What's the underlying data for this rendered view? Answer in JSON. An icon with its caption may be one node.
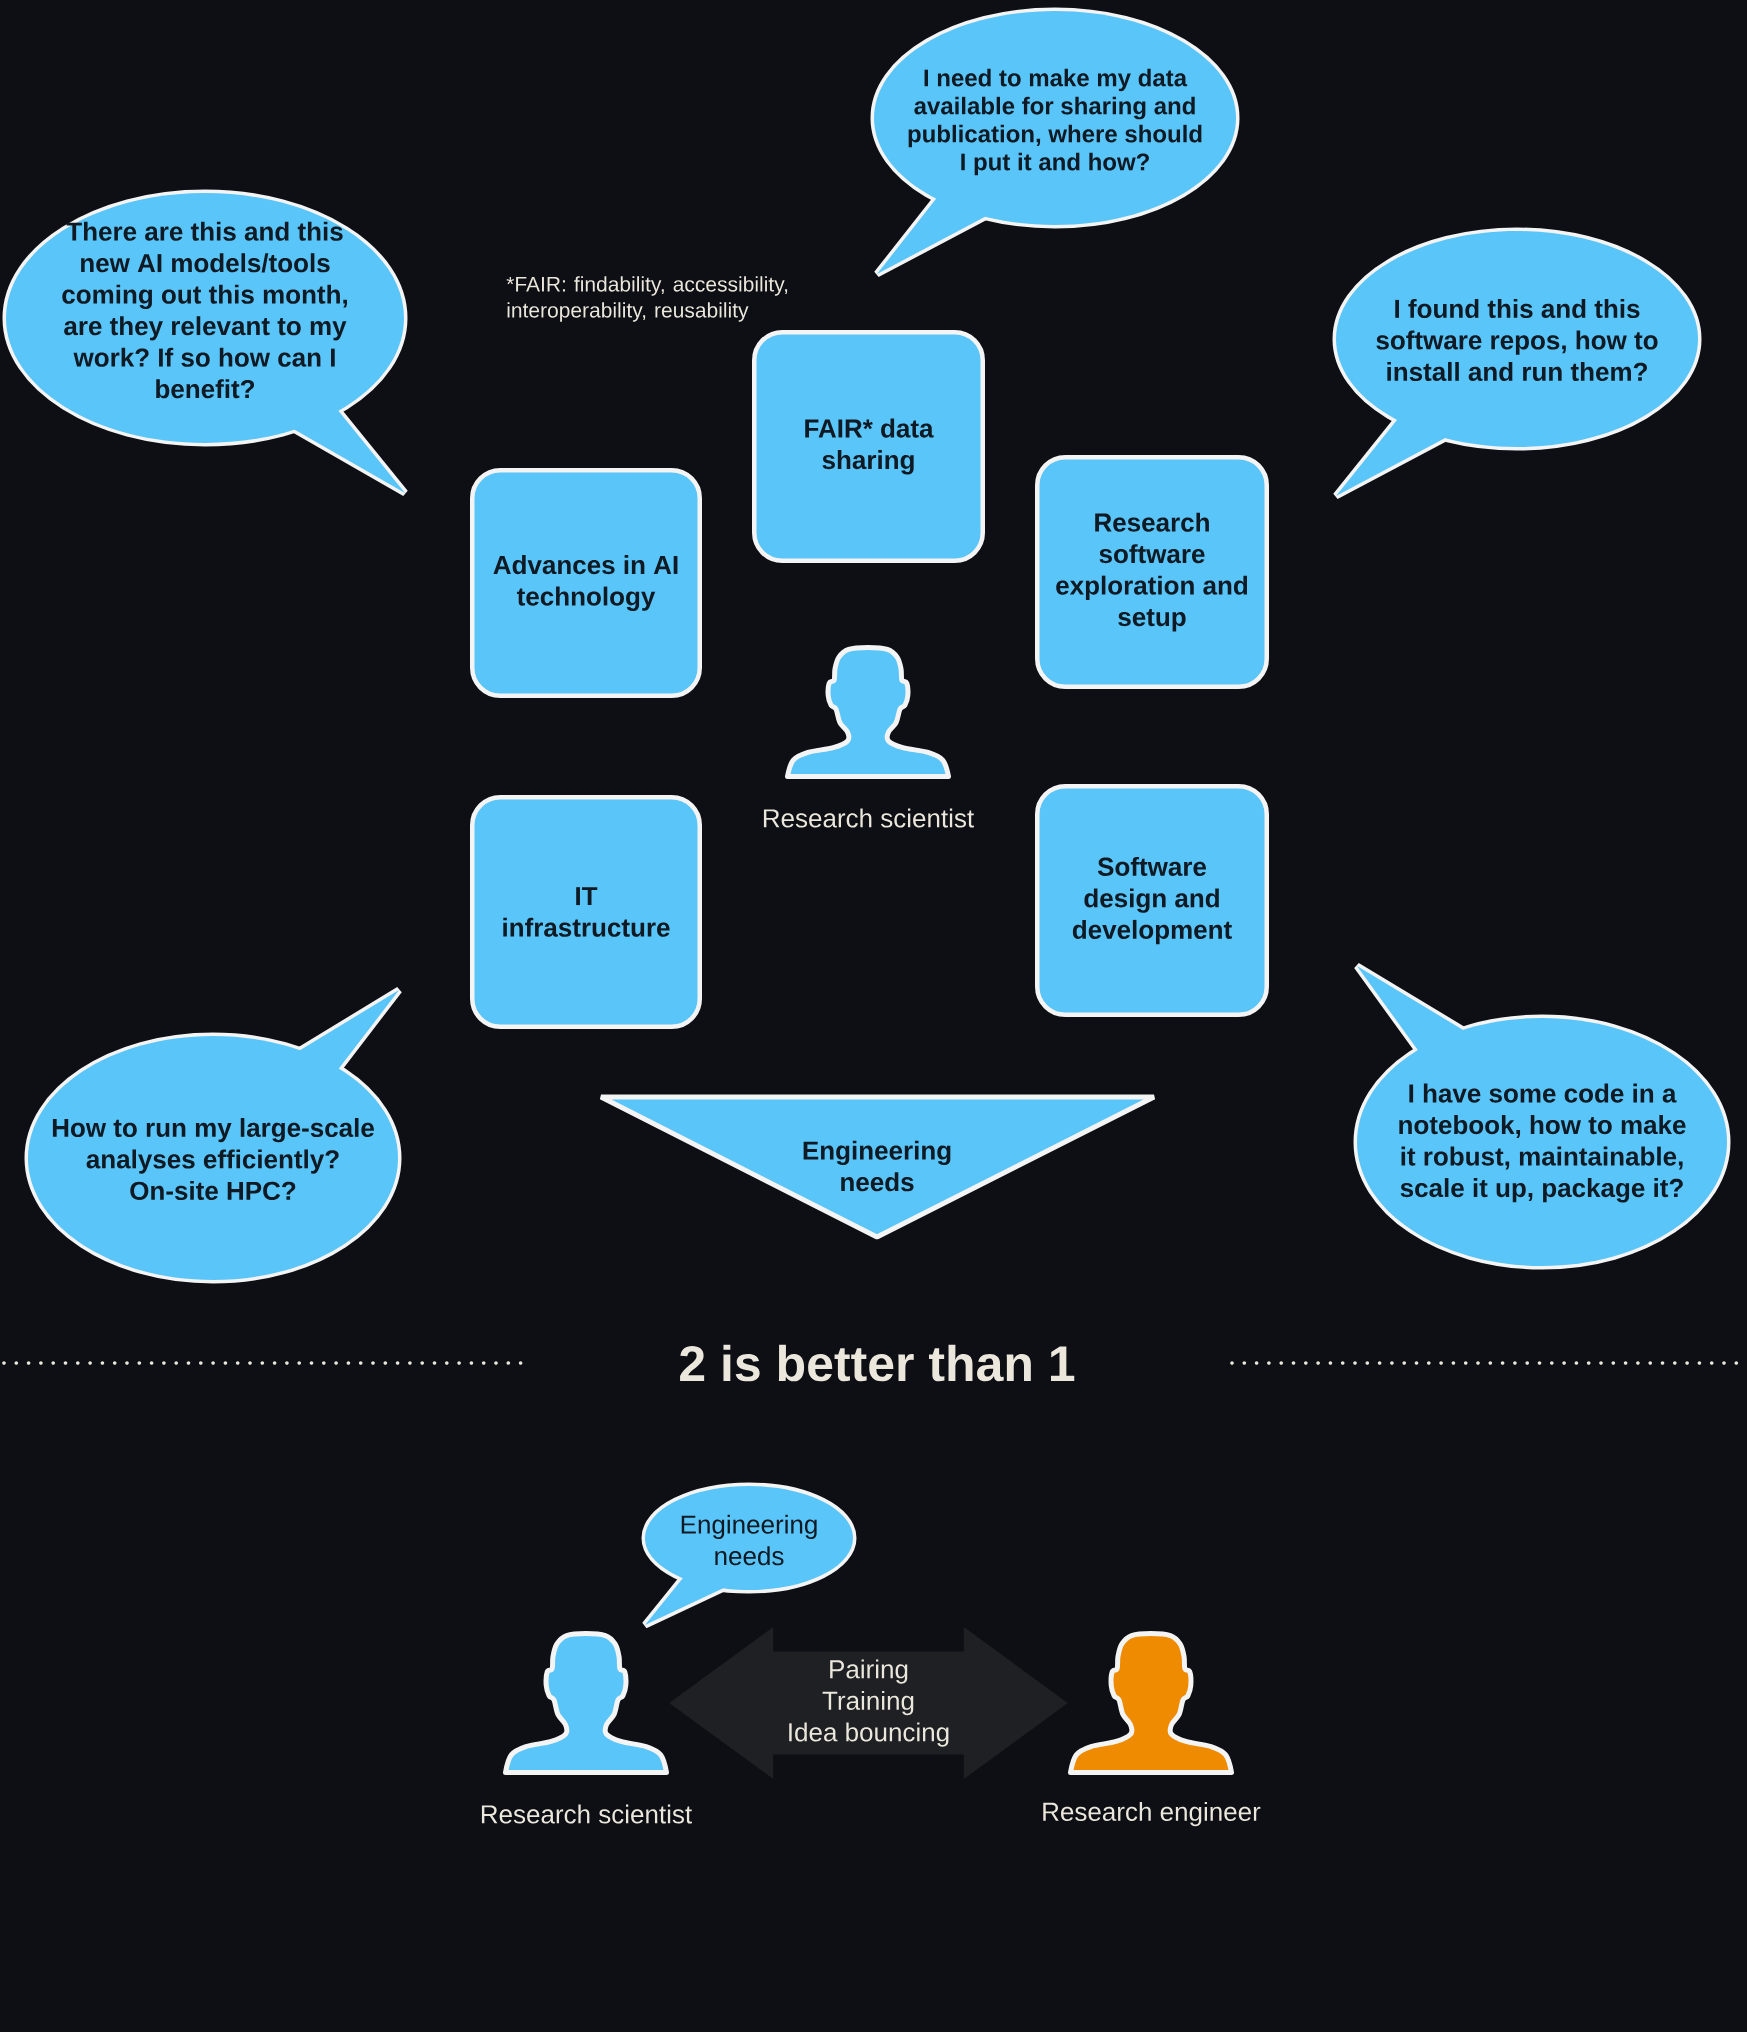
{
  "diagram": {
    "nodes": [
      {
        "text": [
          "I need to make my data available for sharing and publication, where should I put it and how?"
        ]
      },
      {
        "text": [
          "There are this and this new AI models/tools coming out this month, are they relevant to my work? If so how can I benefit?"
        ]
      },
      {
        "text": [
          "I found this and this software repos, how to install and run them?"
        ]
      },
      {
        "text": [
          "FAIR* data sharing"
        ]
      },
      {
        "text": [
          "Advances in AI technology"
        ]
      },
      {
        "text": [
          "Research software exploration and setup"
        ]
      },
      {
        "text": [],
        "shape": "person",
        "beside": [
          "Research scientist"
        ]
      },
      {
        "text": [
          "IT infrastructure"
        ]
      },
      {
        "text": [
          "Software design and development"
        ]
      },
      {
        "text": [
          "How to run my large-scale analyses efficiently? On-site HPC?"
        ]
      },
      {
        "text": [
          "I have some code in a notebook, how to make it robust, maintainable, scale it up, package it?"
        ]
      },
      {
        "text": [
          "Engineering needs"
        ]
      },
      {
        "text": [
          "Engineering needs"
        ]
      },
      {
        "text": [],
        "shape": "person",
        "beside": [
          "Research scientist"
        ]
      },
      {
        "text": [],
        "shape": "person",
        "beside": [
          "Research engineer"
        ]
      }
    ],
    "edges": [
      {
        "from": 13,
        "to": 14,
        "arrow": "both",
        "label": "Pairing Training Idea bouncing",
        "style": "thick",
        "color": "#1e2024"
      }
    ],
    "labels": [
      "*FAIR: findability, accessibility, interoperability, reusability",
      "2 is better than 1"
    ]
  }
}
